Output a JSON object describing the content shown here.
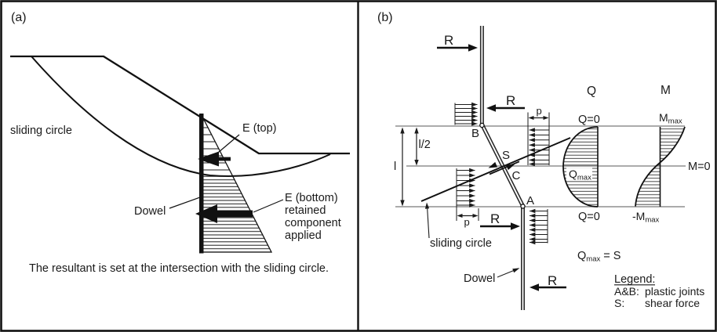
{
  "panel_a": {
    "tag": "(a)",
    "sliding_circle_label": "sliding circle",
    "e_top_label": "E (top)",
    "dowel_label": "Dowel",
    "e_bottom_label": "E (bottom)",
    "e_bottom_sub1": "retained",
    "e_bottom_sub2": "component",
    "e_bottom_sub3": "applied",
    "caption": "The resultant is set at the intersection with the sliding circle."
  },
  "panel_b": {
    "tag": "(b)",
    "force_label": "R",
    "pressure_label": "p",
    "length_label": "l",
    "half_length_label": "l/2",
    "joint_b_label": "B",
    "joint_a_label": "A",
    "shear_point_label": "S",
    "point_c_label": "C",
    "shear_diagram_title": "Q",
    "moment_diagram_title": "M",
    "q_zero_label": "Q=0",
    "q_max_base": "Q",
    "q_max_sub": "max",
    "m_max_base": "M",
    "m_max_sub": "max",
    "neg_m_max_base": "-M",
    "neg_m_max_sub": "max",
    "m_zero_label": "M=0",
    "q_max_eq_base": "Q",
    "q_max_eq_sub": "max",
    "q_max_eq_rest": " = S",
    "sliding_circle_label": "sliding circle",
    "dowel_label": "Dowel",
    "legend": {
      "title": "Legend:",
      "row1_key": "A&B:",
      "row1_value": "plastic joints",
      "row2_key": "S:",
      "row2_value": "shear force"
    }
  },
  "colors": {
    "background": "#ffffff",
    "ink": "#1a1a1a",
    "reference_line": "#8f8f8f",
    "hatch": "#4a4a4a"
  }
}
